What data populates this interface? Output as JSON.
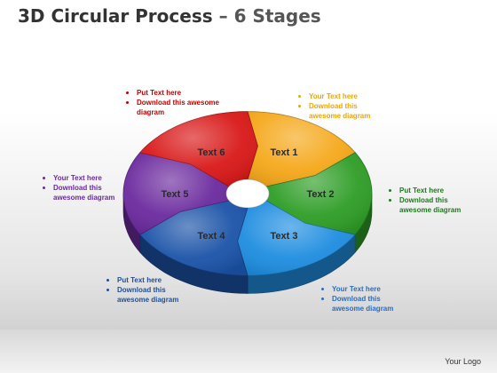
{
  "title": {
    "main": "3D Circular Process",
    "sub": "– 6 Stages"
  },
  "segments": [
    {
      "label": "Text 1",
      "color": "#f5a81a"
    },
    {
      "label": "Text 2",
      "color": "#2e9d26"
    },
    {
      "label": "Text 3",
      "color": "#1e8de0"
    },
    {
      "label": "Text 4",
      "color": "#1b53a8"
    },
    {
      "label": "Text 5",
      "color": "#6b2a9e"
    },
    {
      "label": "Text 6",
      "color": "#d91818"
    }
  ],
  "callouts": [
    {
      "id": "top-left",
      "color": "#c00000",
      "lines": [
        "Put Text  here",
        "Download this awesome diagram"
      ]
    },
    {
      "id": "top-right",
      "color": "#f0a500",
      "lines": [
        "Your Text here",
        "Download this awesome diagram"
      ]
    },
    {
      "id": "right",
      "color": "#1e7a1e",
      "lines": [
        "Put Text here",
        "Download this awesome diagram"
      ]
    },
    {
      "id": "bottom-right",
      "color": "#2a6dbd",
      "lines": [
        "Your Text here",
        "Download this awesome diagram"
      ]
    },
    {
      "id": "bottom-left",
      "color": "#1f4f99",
      "lines": [
        "Put Text here",
        "Download this awesome diagram"
      ]
    },
    {
      "id": "left",
      "color": "#6b2a9e",
      "lines": [
        "Your Text here",
        "Download this awesome diagram"
      ]
    }
  ],
  "footer": {
    "logo": "Your Logo"
  }
}
